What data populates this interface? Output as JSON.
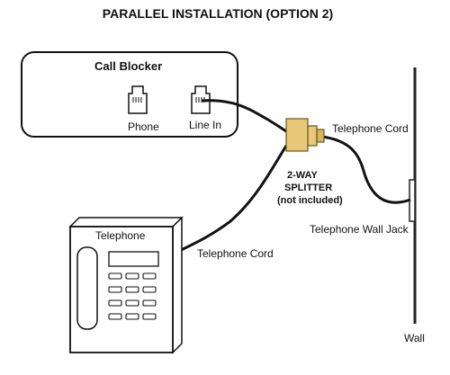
{
  "title": "PARALLEL INSTALLATION (OPTION 2)",
  "call_blocker": {
    "name": "Call Blocker",
    "port_phone": "Phone",
    "port_line_in": "Line In"
  },
  "splitter": {
    "line1": "2-WAY",
    "line2": "SPLITTER",
    "line3": "(not included)",
    "color": "#e8c878"
  },
  "telephone": {
    "name": "Telephone"
  },
  "cords": {
    "upper": "Telephone Cord",
    "lower": "Telephone Cord"
  },
  "wall_jack": "Telephone Wall Jack",
  "wall": "Wall"
}
